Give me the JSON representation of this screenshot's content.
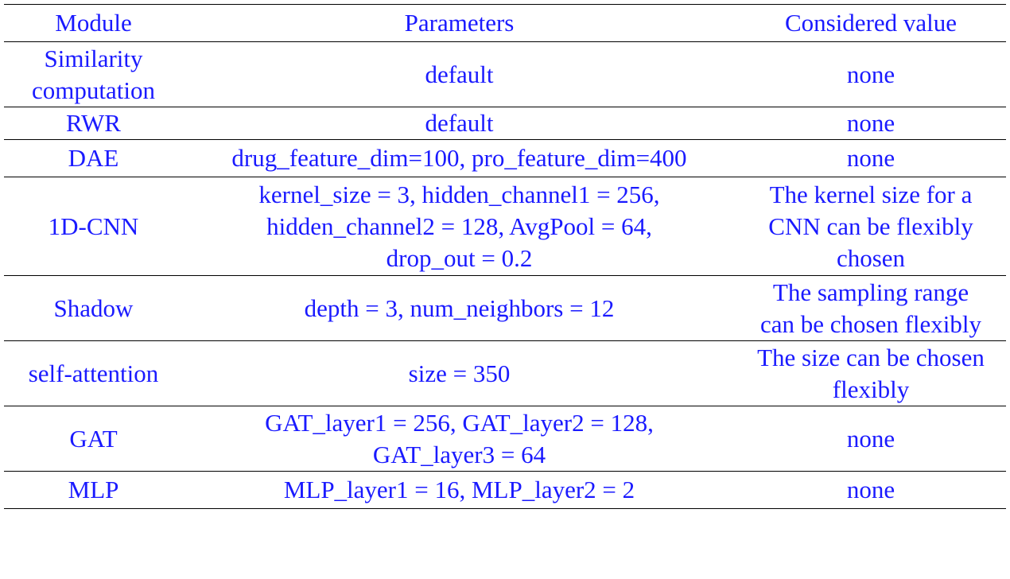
{
  "table": {
    "headers": {
      "module": "Module",
      "parameters": "Parameters",
      "considered_value": "Considered value"
    },
    "rows": [
      {
        "module": [
          "Similarity",
          "computation"
        ],
        "parameters": [
          "default"
        ],
        "considered_value": [
          "none"
        ]
      },
      {
        "module": [
          "RWR"
        ],
        "parameters": [
          "default"
        ],
        "considered_value": [
          "none"
        ]
      },
      {
        "module": [
          "DAE"
        ],
        "parameters": [
          "drug_feature_dim=100, pro_feature_dim=400"
        ],
        "considered_value": [
          "none"
        ]
      },
      {
        "module": [
          "1D-CNN"
        ],
        "parameters": [
          "kernel_size = 3, hidden_channel1 = 256,",
          "hidden_channel2 = 128, AvgPool = 64,",
          "drop_out = 0.2"
        ],
        "considered_value": [
          "The kernel size for a",
          "CNN can be flexibly",
          "chosen"
        ]
      },
      {
        "module": [
          "Shadow"
        ],
        "parameters": [
          "depth = 3, num_neighbors = 12"
        ],
        "considered_value": [
          "The sampling range",
          "can be chosen flexibly"
        ]
      },
      {
        "module": [
          "self-attention"
        ],
        "parameters": [
          "size = 350"
        ],
        "considered_value": [
          "The size can be chosen",
          "flexibly"
        ]
      },
      {
        "module": [
          "GAT"
        ],
        "parameters": [
          "GAT_layer1 = 256, GAT_layer2 = 128,",
          "GAT_layer3 = 64"
        ],
        "considered_value": [
          "none"
        ]
      },
      {
        "module": [
          "MLP"
        ],
        "parameters": [
          "MLP_layer1 = 16, MLP_layer2 = 2"
        ],
        "considered_value": [
          "none"
        ]
      }
    ]
  },
  "colors": {
    "text": "#1a1aff",
    "rule": "#000000",
    "background": "#ffffff"
  }
}
